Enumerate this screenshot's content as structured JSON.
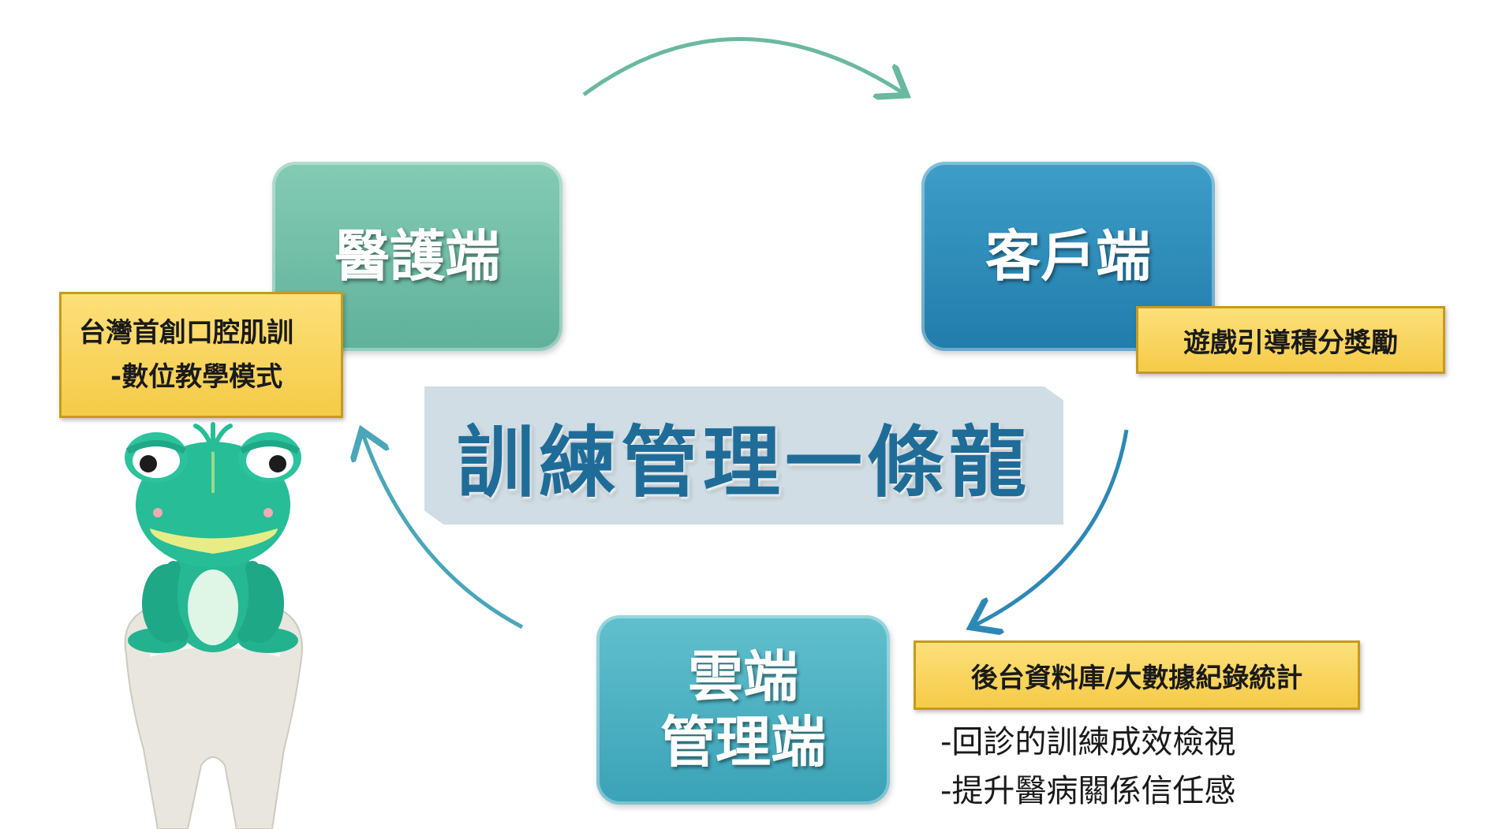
{
  "diagram": {
    "center_title": "訓練管理一條龍",
    "nodes": {
      "medical": {
        "label": "醫護端"
      },
      "client": {
        "label": "客戶端"
      },
      "cloud": {
        "line1": "雲端",
        "line2": "管理端"
      }
    },
    "notes": {
      "medical": {
        "line1": "台灣首創口腔肌訓",
        "line2": "-數位教學模式"
      },
      "client": {
        "text": "遊戲引導積分獎勵"
      },
      "cloud": {
        "text": "後台資料庫/大數據紀錄統計"
      }
    },
    "bullets": [
      "-回診的訓練成效檢視",
      "-提升醫病關係信任感"
    ],
    "mascot": "frog-on-tooth-icon",
    "colors": {
      "medical": "#6fbea6",
      "client": "#2b8bbb",
      "cloud": "#4bb3c3",
      "center_text": "#1f6c98",
      "note_fill": "#f8d35a",
      "arrow_top": "#6bb8a0",
      "arrow_right": "#2e88b6",
      "arrow_left": "#4aa6b8"
    }
  }
}
